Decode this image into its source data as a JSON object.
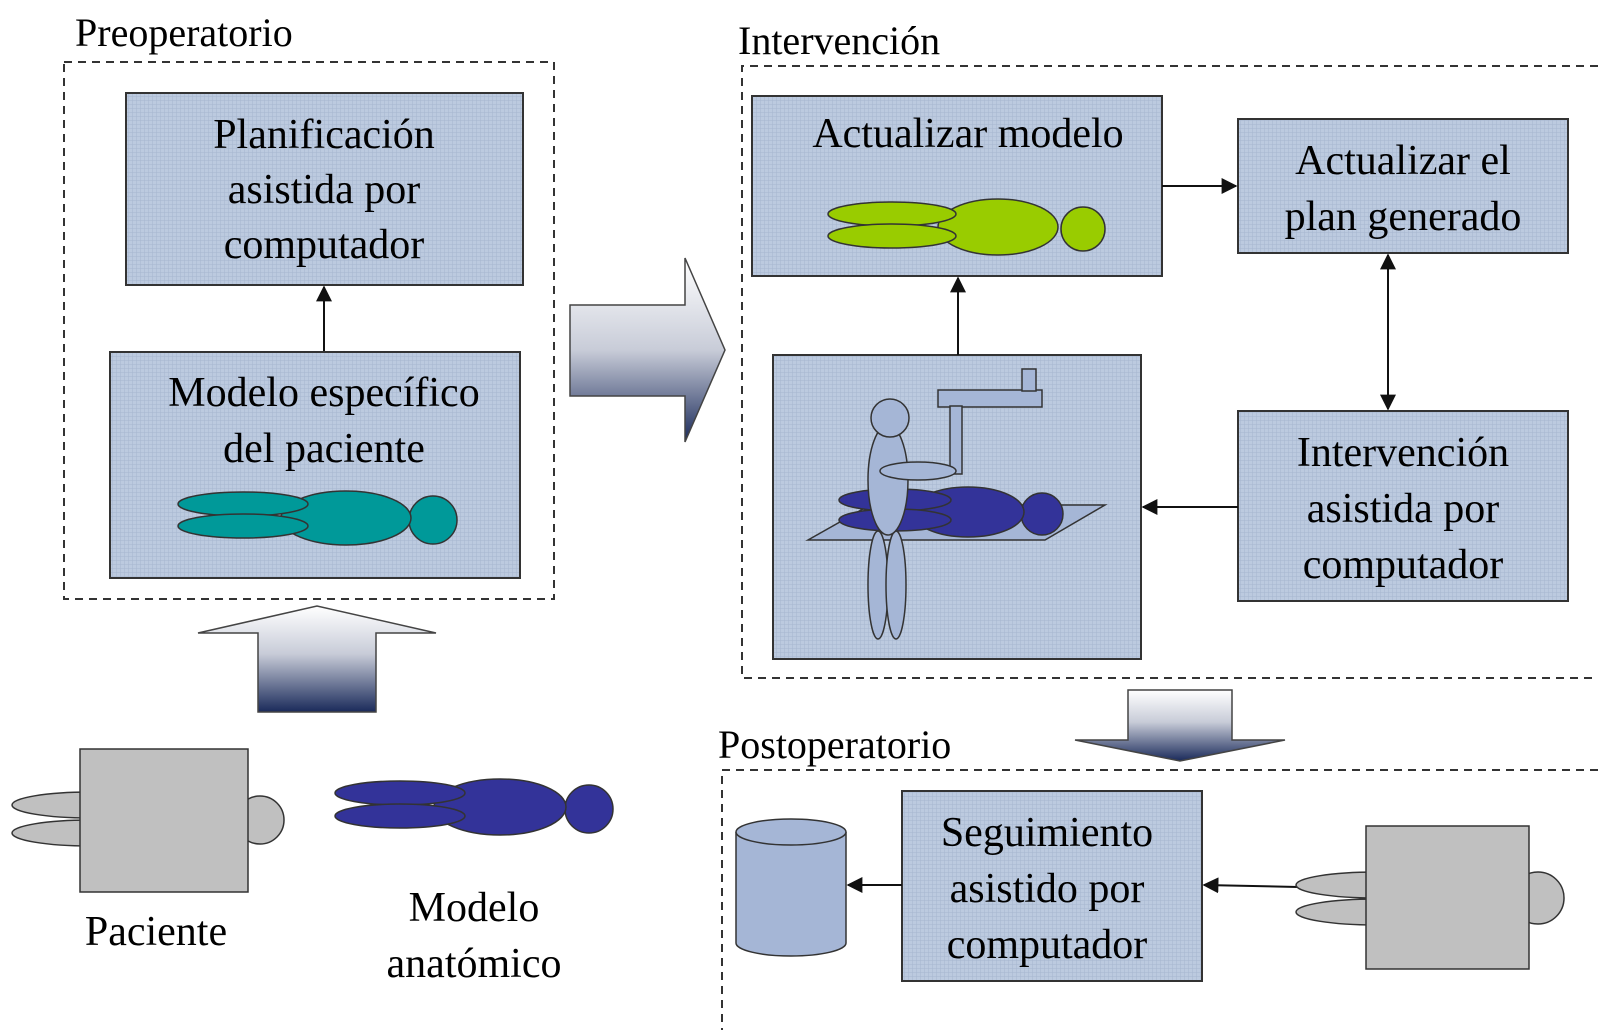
{
  "sections": {
    "preop": "Preoperatorio",
    "interv": "Intervención",
    "postop": "Postoperatorio"
  },
  "boxes": {
    "planificacion": [
      "Planificación",
      "asistida por",
      "computador"
    ],
    "modelo_especifico": [
      "Modelo específico",
      "del paciente"
    ],
    "actualizar_modelo": [
      "Actualizar modelo"
    ],
    "actualizar_plan": [
      "Actualizar el",
      "plan generado"
    ],
    "intervencion_asistida": [
      "Intervención",
      "asistida por",
      "computador"
    ],
    "seguimiento": [
      "Seguimiento",
      "asistido por",
      "computador"
    ]
  },
  "captions": {
    "paciente": "Paciente",
    "modelo_anatomico": [
      "Modelo",
      "anatómico"
    ]
  },
  "colors": {
    "box_fill": "#b8c6dc",
    "teal": "#009999",
    "green": "#99cc00",
    "navy": "#333399",
    "steel": "#a5b6d6",
    "gray_body": "#c0c0c0",
    "arrow_dark": "#1a2a5a"
  }
}
